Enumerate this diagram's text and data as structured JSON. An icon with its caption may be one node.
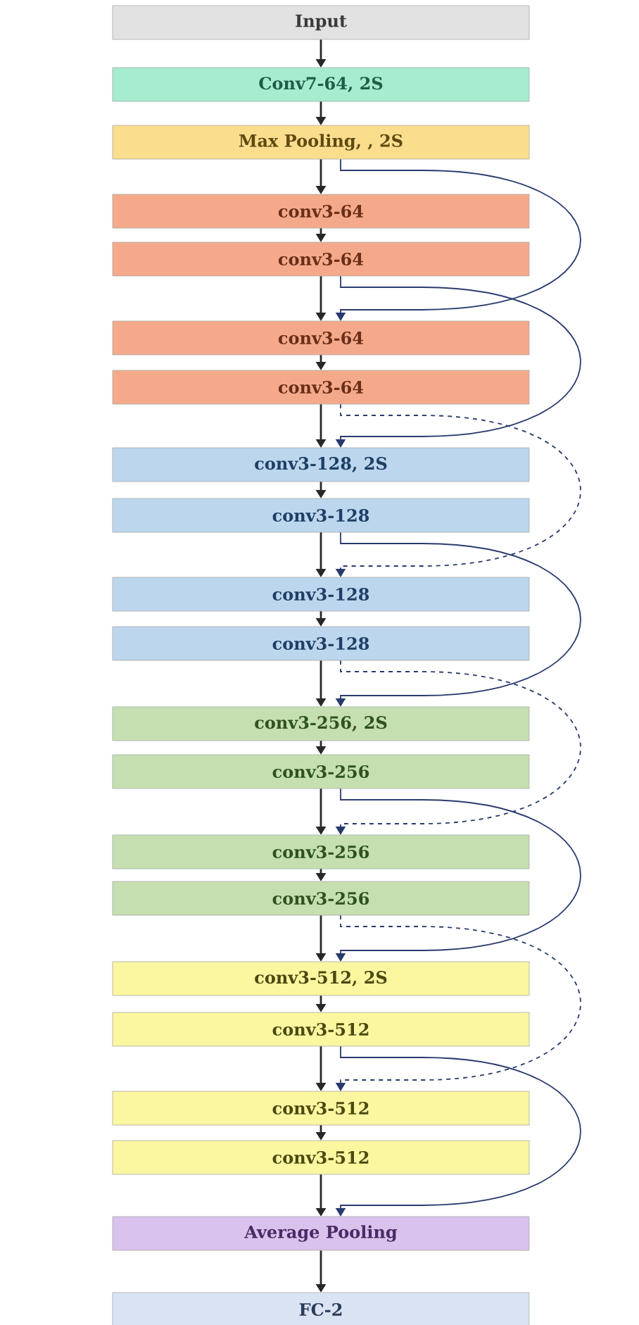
{
  "diagram": {
    "nodes": [
      {
        "text": [
          "Input"
        ]
      },
      {
        "text": [
          "Conv7-64, 2S"
        ]
      },
      {
        "text": [
          "Max Pooling, , 2S"
        ]
      },
      {
        "text": [
          "conv3-64"
        ]
      },
      {
        "text": [
          "conv3-64"
        ]
      },
      {
        "text": [
          "conv3-64"
        ]
      },
      {
        "text": [
          "conv3-64"
        ]
      },
      {
        "text": [
          "conv3-128, 2S"
        ]
      },
      {
        "text": [
          "conv3-128"
        ]
      },
      {
        "text": [
          "conv3-128"
        ]
      },
      {
        "text": [
          "conv3-128"
        ]
      },
      {
        "text": [
          "conv3-256, 2S"
        ]
      },
      {
        "text": [
          "conv3-256"
        ]
      },
      {
        "text": [
          "conv3-256"
        ]
      },
      {
        "text": [
          "conv3-256"
        ]
      },
      {
        "text": [
          "conv3-512, 2S"
        ]
      },
      {
        "text": [
          "conv3-512"
        ]
      },
      {
        "text": [
          "conv3-512"
        ]
      },
      {
        "text": [
          "conv3-512"
        ]
      },
      {
        "text": [
          "Average Pooling"
        ]
      },
      {
        "text": [
          "FC-2"
        ]
      }
    ],
    "edges": [
      {
        "from": 0,
        "to": 1,
        "arrow": "to"
      },
      {
        "from": 1,
        "to": 2,
        "arrow": "to"
      },
      {
        "from": 2,
        "to": 3,
        "arrow": "to"
      },
      {
        "from": 3,
        "to": 4,
        "arrow": "to"
      },
      {
        "from": 4,
        "to": 5,
        "arrow": "to"
      },
      {
        "from": 5,
        "to": 6,
        "arrow": "to"
      },
      {
        "from": 6,
        "to": 7,
        "arrow": "to"
      },
      {
        "from": 7,
        "to": 8,
        "arrow": "to"
      },
      {
        "from": 8,
        "to": 9,
        "arrow": "to"
      },
      {
        "from": 9,
        "to": 10,
        "arrow": "to"
      },
      {
        "from": 10,
        "to": 11,
        "arrow": "to"
      },
      {
        "from": 11,
        "to": 12,
        "arrow": "to"
      },
      {
        "from": 12,
        "to": 13,
        "arrow": "to"
      },
      {
        "from": 13,
        "to": 14,
        "arrow": "to"
      },
      {
        "from": 14,
        "to": 15,
        "arrow": "to"
      },
      {
        "from": 15,
        "to": 16,
        "arrow": "to"
      },
      {
        "from": 16,
        "to": 17,
        "arrow": "to"
      },
      {
        "from": 17,
        "to": 18,
        "arrow": "to"
      },
      {
        "from": 18,
        "to": 19,
        "arrow": "to"
      },
      {
        "from": 19,
        "to": 20,
        "arrow": "to"
      },
      {
        "from": 2,
        "to": 5,
        "arrow": "to",
        "color": "#2a3a6e"
      },
      {
        "from": 4,
        "to": 7,
        "arrow": "to",
        "color": "#2a3a6e"
      },
      {
        "from": 6,
        "to": 9,
        "arrow": "to",
        "style": "dashed",
        "color": "#2a3a6e"
      },
      {
        "from": 8,
        "to": 11,
        "arrow": "to",
        "color": "#2a3a6e"
      },
      {
        "from": 10,
        "to": 13,
        "arrow": "to",
        "style": "dashed",
        "color": "#2a3a6e"
      },
      {
        "from": 12,
        "to": 15,
        "arrow": "to",
        "color": "#2a3a6e"
      },
      {
        "from": 14,
        "to": 17,
        "arrow": "to",
        "style": "dashed",
        "color": "#2a3a6e"
      },
      {
        "from": 16,
        "to": 19,
        "arrow": "to",
        "color": "#2a3a6e"
      }
    ]
  }
}
